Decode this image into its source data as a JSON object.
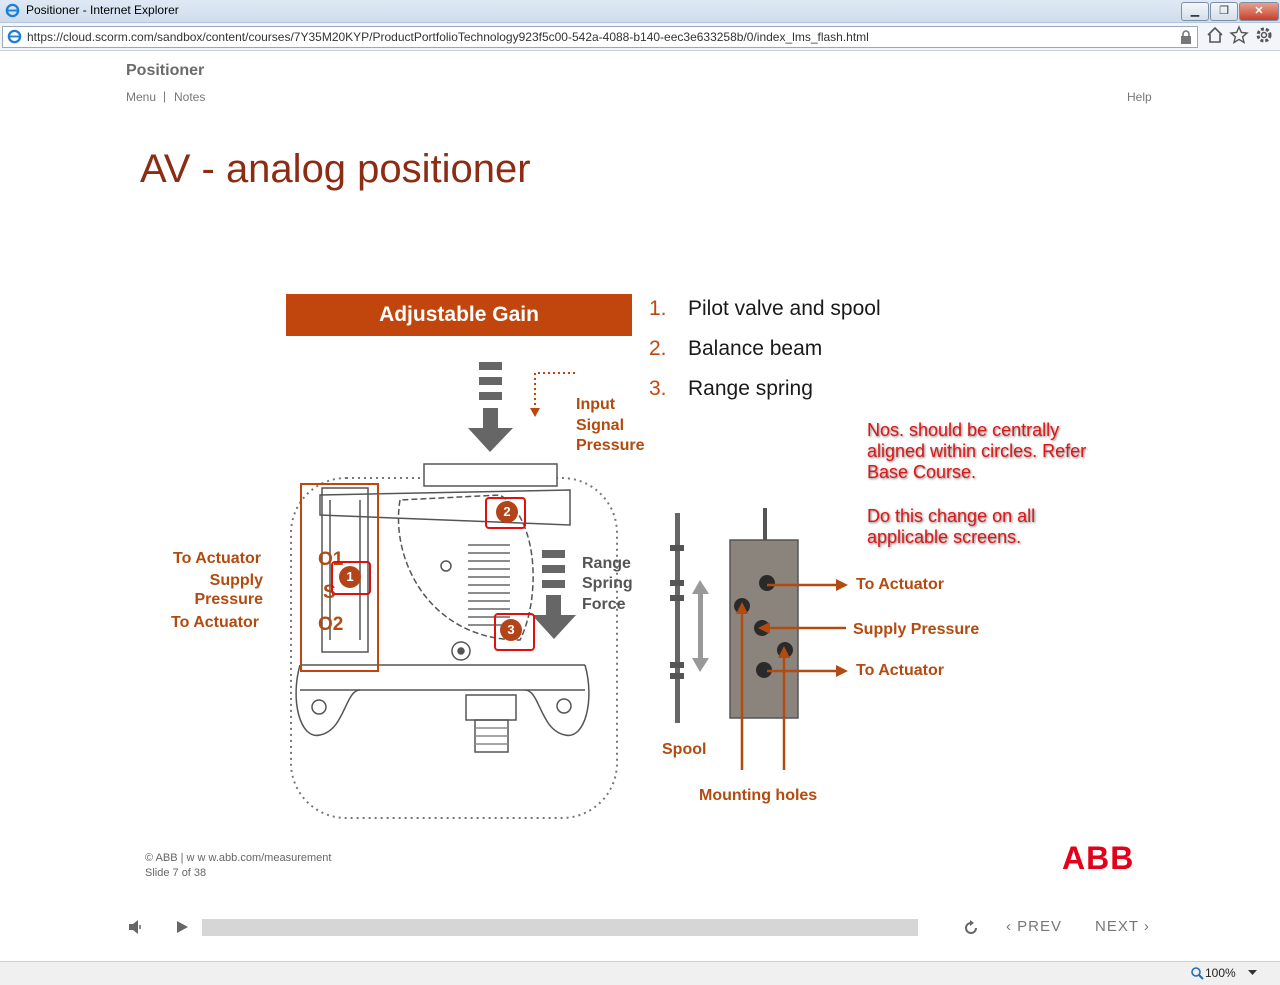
{
  "browser": {
    "window_title": "Positioner - Internet Explorer",
    "url": "https://cloud.scorm.com/sandbox/content/courses/7Y35M20KYP/ProductPortfolioTechnology923f5c00-542a-4088-b140-eec3e633258b/0/index_lms_flash.html",
    "zoom": "100%"
  },
  "header": {
    "course_title": "Positioner",
    "menu_label": "Menu",
    "separator": "|",
    "notes_label": "Notes",
    "help_label": "Help"
  },
  "slide": {
    "title": "AV - analog positioner",
    "banner": "Adjustable Gain",
    "list": [
      {
        "num": "1.",
        "text": "Pilot valve and spool"
      },
      {
        "num": "2.",
        "text": "Balance beam"
      },
      {
        "num": "3.",
        "text": "Range spring"
      }
    ],
    "labels": {
      "input_signal": [
        "Input",
        "Signal",
        "Pressure"
      ],
      "range_spring": [
        "Range",
        "Spring",
        "Force"
      ],
      "left_to_actuator_1": "To Actuator",
      "left_supply": "Supply",
      "left_pressure": "Pressure",
      "left_to_actuator_2": "To Actuator",
      "o1": "O1",
      "s": "S",
      "o2": "O2",
      "right_to_actuator_1": "To Actuator",
      "right_supply_pressure": "Supply Pressure",
      "right_to_actuator_2": "To Actuator",
      "spool": "Spool",
      "mounting_holes": "Mounting holes"
    },
    "badges": [
      "1",
      "2",
      "3"
    ],
    "review_note": [
      "Nos. should be centrally",
      "aligned within circles. Refer",
      "Base Course.",
      "",
      "Do this change on all",
      "applicable screens."
    ]
  },
  "footer": {
    "copyright": "© ABB | w w w.abb.com/measurement",
    "slide_counter": "Slide 7 of 38",
    "logo": "ABB"
  },
  "player": {
    "prev_label": "PREV",
    "next_label": "NEXT",
    "progress": 0
  },
  "colors": {
    "accent": "#c0460d",
    "title": "#8b2c13",
    "note": "#e01515",
    "abb_red": "#e2001a"
  },
  "icons": [
    "ie-icon",
    "minimize-icon",
    "restore-icon",
    "close-icon",
    "lock-icon",
    "home-icon",
    "star-icon",
    "gear-icon",
    "speaker-icon",
    "play-icon",
    "replay-icon",
    "chevron-left-icon",
    "chevron-right-icon",
    "zoom-icon"
  ]
}
